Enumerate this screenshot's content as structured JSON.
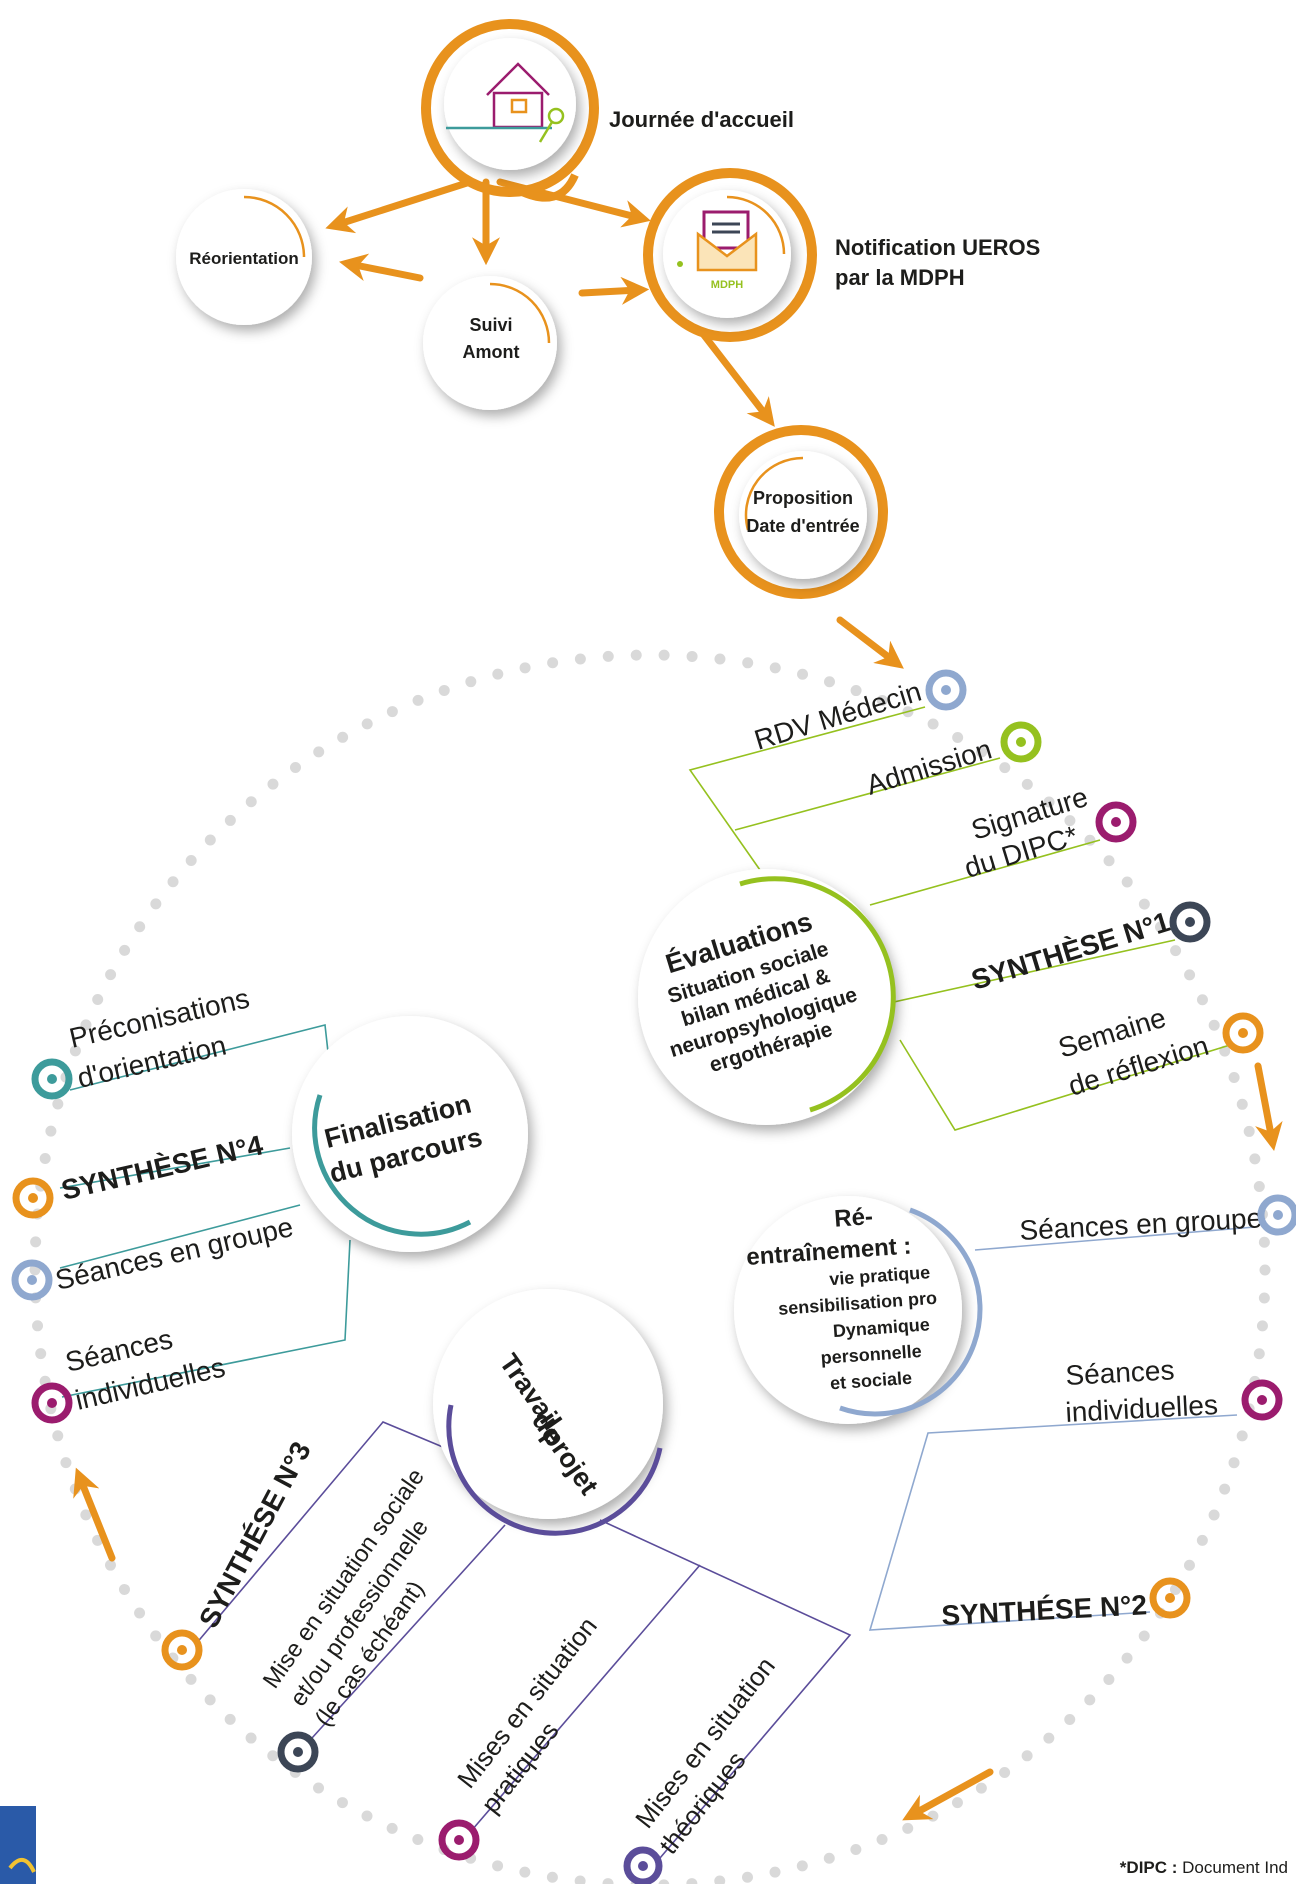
{
  "colors": {
    "orange": "#e8921d",
    "green": "#95c11f",
    "blue_grey": "#8fa8cf",
    "purple": "#9b1c6e",
    "dark": "#3c4656",
    "teal": "#3d9b9b",
    "violet": "#5b4d9a",
    "dots": "#d9d9d9"
  },
  "intake": {
    "accueil": "Journée d'accueil",
    "notification_l1": "Notification UEROS",
    "notification_l2": "par la MDPH",
    "mdph_badge": "MDPH",
    "reorientation": "Réorientation",
    "suivi_l1": "Suivi",
    "suivi_l2": "Amont",
    "proposition_l1": "Proposition",
    "proposition_l2": "Date d'entrée"
  },
  "evaluations": {
    "title": "Évaluations",
    "lines": [
      "Situation sociale",
      "bilan médical &",
      "neuropsyhologique",
      "ergothérapie"
    ],
    "steps": {
      "rdv": "RDV Médecin",
      "admission": "Admission",
      "signature_l1": "Signature",
      "signature_l2": "du DIPC*",
      "synthese1": "SYNTHÈSE N°1",
      "semaine_l1": "Semaine",
      "semaine_l2": "de réflexion"
    }
  },
  "reentrainement": {
    "title_l1": "Ré-",
    "title_l2": "entraînement :",
    "lines": [
      "vie pratique",
      "sensibilisation pro",
      "Dynamique",
      "personnelle",
      "et sociale"
    ],
    "steps": {
      "groupe": "Séances en groupe",
      "indiv_l1": "Séances",
      "indiv_l2": "individuelles",
      "synthese2": "SYNTHÉSE N°2"
    }
  },
  "travail": {
    "lines": [
      "Travail",
      "de",
      "projet"
    ],
    "steps": {
      "synthese3": "SYNTHÉSE N°3",
      "mise_l1": "Mise en situation sociale",
      "mise_l2": "et/ou professionnelle",
      "mise_l3": "(le cas échéant)",
      "pratiques_l1": "Mises en situation",
      "pratiques_l2": "pratiques",
      "theoriques_l1": "Mises en situation",
      "theoriques_l2": "théoriques"
    }
  },
  "finalisation": {
    "title_l1": "Finalisation",
    "title_l2": "du parcours",
    "steps": {
      "preco_l1": "Préconisations",
      "preco_l2": "d'orientation",
      "synthese4": "SYNTHÈSE N°4",
      "groupe": "Séances en groupe",
      "indiv_l1": "Séances",
      "indiv_l2": "individuelles"
    }
  },
  "footnote": {
    "label": "*DIPC :",
    "text": "Document Ind"
  }
}
